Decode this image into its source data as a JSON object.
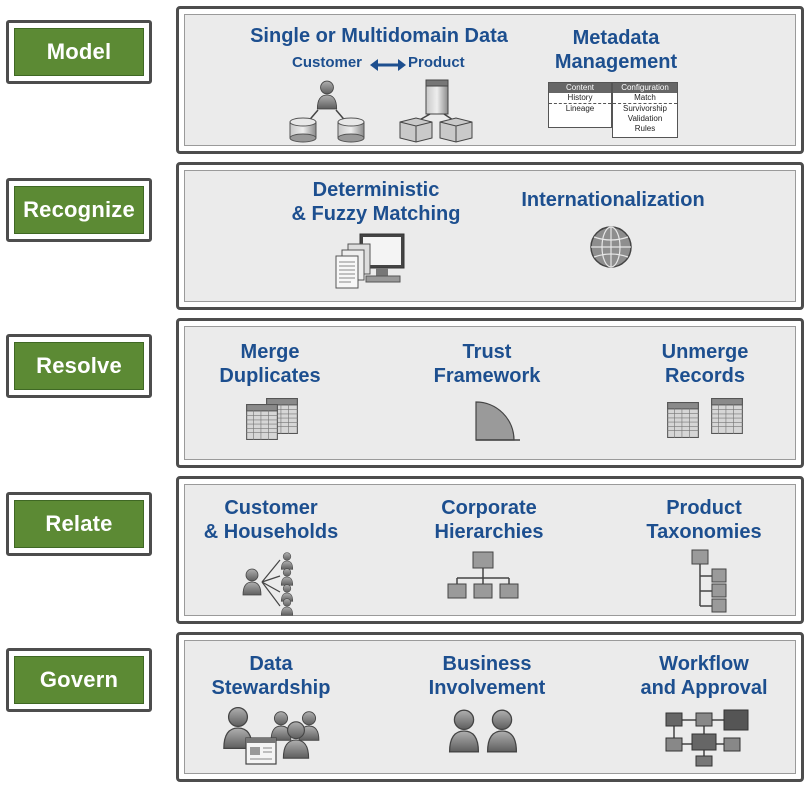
{
  "stages": [
    {
      "label": "Model"
    },
    {
      "label": "Recognize"
    },
    {
      "label": "Resolve"
    },
    {
      "label": "Relate"
    },
    {
      "label": "Govern"
    }
  ],
  "model": {
    "data_title": "Single or Multidomain Data",
    "customer": "Customer",
    "product": "Product",
    "meta_title_1": "Metadata",
    "meta_title_2": "Management",
    "content_box": {
      "header": "Content",
      "lines": [
        "History",
        "Lineage"
      ]
    },
    "config_box": {
      "header": "Configuration",
      "lines": [
        "Match",
        "Survivorship",
        "Validation",
        "Rules"
      ]
    }
  },
  "recognize": {
    "matching_1": "Deterministic",
    "matching_2": "& Fuzzy Matching",
    "intl": "Internationalization"
  },
  "resolve": {
    "merge_1": "Merge",
    "merge_2": "Duplicates",
    "trust_1": "Trust",
    "trust_2": "Framework",
    "unmerge_1": "Unmerge",
    "unmerge_2": "Records"
  },
  "relate": {
    "cust_1": "Customer",
    "cust_2": "& Households",
    "corp_1": "Corporate",
    "corp_2": "Hierarchies",
    "prod_1": "Product",
    "prod_2": "Taxonomies"
  },
  "govern": {
    "data_1": "Data",
    "data_2": "Stewardship",
    "biz_1": "Business",
    "biz_2": "Involvement",
    "wf_1": "Workflow",
    "wf_2": "and Approval"
  },
  "colors": {
    "stage_green": "#5c8a34",
    "caption_blue": "#1d4f8f",
    "panel_gray": "#ebebeb",
    "border": "#4d4d4d"
  },
  "icons": [
    "database-person-icon",
    "product-box-icon",
    "monitor-documents-icon",
    "globe-icon",
    "spreadsheet-icon",
    "quarter-circle-icon",
    "people-icon",
    "org-chart-icon",
    "taxonomy-tree-icon",
    "workflow-icon"
  ]
}
